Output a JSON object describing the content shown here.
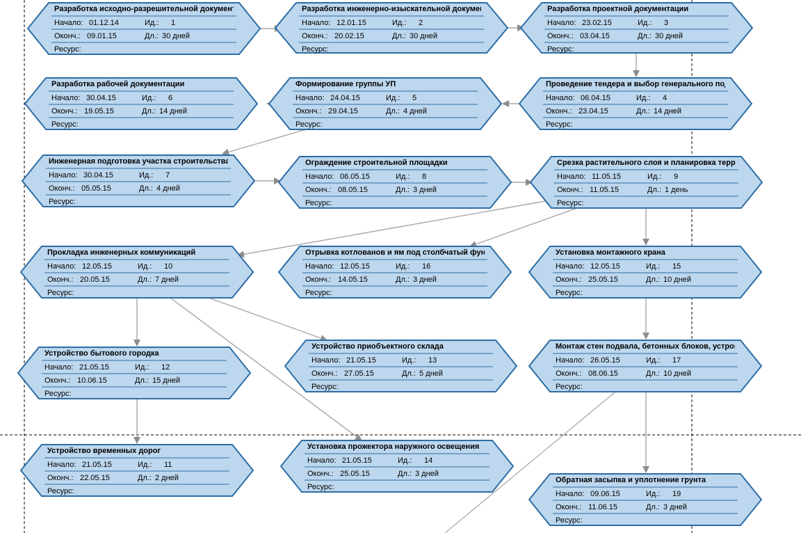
{
  "labels": {
    "start": "Начало:",
    "end": "Оконч.:",
    "id": "Ид.:",
    "duration": "Дл.:",
    "resource": "Ресурс:"
  },
  "colors": {
    "fill": "#bdd7ee",
    "border": "#2e6da4",
    "arrow": "#a6a6a6",
    "page_break": "#000000"
  },
  "tasks": [
    {
      "id": "1",
      "name": "Разработка исходно-разрешительной документа",
      "start": "01.12.14",
      "end": "09.01.15",
      "duration": "30 дней"
    },
    {
      "id": "2",
      "name": "Разработка инженерно-изыскательной докумен",
      "start": "12.01.15",
      "end": "20.02.15",
      "duration": "30 дней"
    },
    {
      "id": "3",
      "name": "Разработка проектной документации",
      "start": "23.02.15",
      "end": "03.04.15",
      "duration": "30 дней"
    },
    {
      "id": "6",
      "name": "Разработка рабочей документации",
      "start": "30.04.15",
      "end": "19.05.15",
      "duration": "14 дней"
    },
    {
      "id": "5",
      "name": "Формирование группы УП",
      "start": "24.04.15",
      "end": "29.04.15",
      "duration": "4 дней"
    },
    {
      "id": "4",
      "name": "Проведение тендера и выбор генерального подр",
      "start": "06.04.15",
      "end": "23.04.15",
      "duration": "14 дней"
    },
    {
      "id": "7",
      "name": "Инженерная подготовка участка строительства",
      "start": "30.04.15",
      "end": "05.05.15",
      "duration": "4 дней"
    },
    {
      "id": "8",
      "name": "Ограждение строительной площадки",
      "start": "06.05.15",
      "end": "08.05.15",
      "duration": "3 дней"
    },
    {
      "id": "9",
      "name": "Срезка растительного слоя и планировка террито",
      "start": "11.05.15",
      "end": "11.05.15",
      "duration": "1 день"
    },
    {
      "id": "10",
      "name": "Прокладка инженерных коммуникаций",
      "start": "12.05.15",
      "end": "20.05.15",
      "duration": "7 дней"
    },
    {
      "id": "16",
      "name": "Отрывка котлованов и ям под столбчатый фунда",
      "start": "12.05.15",
      "end": "14.05.15",
      "duration": "3 дней"
    },
    {
      "id": "15",
      "name": "Установка монтажного крана",
      "start": "12.05.15",
      "end": "25.05.15",
      "duration": "10 дней"
    },
    {
      "id": "12",
      "name": "Устройство бытового городка",
      "start": "21.05.15",
      "end": "10.06.15",
      "duration": "15 дней"
    },
    {
      "id": "13",
      "name": "Устройство приобъектного склада",
      "start": "21.05.15",
      "end": "27.05.15",
      "duration": "5 дней"
    },
    {
      "id": "17",
      "name": "Монтаж стен подвала, бетонных блоков, устройс",
      "start": "26.05.15",
      "end": "08.06.15",
      "duration": "10 дней"
    },
    {
      "id": "11",
      "name": "Устройство временных дорог",
      "start": "21.05.15",
      "end": "22.05.15",
      "duration": "2 дней"
    },
    {
      "id": "14",
      "name": "Установка прожектора наружного освещения",
      "start": "21.05.15",
      "end": "25.05.15",
      "duration": "3 дней"
    },
    {
      "id": "19",
      "name": "Обратная засыпка и уплотнение грунта",
      "start": "09.06.15",
      "end": "11.06.15",
      "duration": "3 дней"
    }
  ],
  "links": [
    {
      "from": "1",
      "to": "2"
    },
    {
      "from": "2",
      "to": "3"
    },
    {
      "from": "3",
      "to": "4"
    },
    {
      "from": "4",
      "to": "5"
    },
    {
      "from": "5",
      "to": "6"
    },
    {
      "from": "5",
      "to": "7"
    },
    {
      "from": "7",
      "to": "8"
    },
    {
      "from": "8",
      "to": "9"
    },
    {
      "from": "9",
      "to": "10"
    },
    {
      "from": "9",
      "to": "16"
    },
    {
      "from": "9",
      "to": "15"
    },
    {
      "from": "10",
      "to": "12"
    },
    {
      "from": "10",
      "to": "13"
    },
    {
      "from": "10",
      "to": "14"
    },
    {
      "from": "15",
      "to": "17"
    },
    {
      "from": "12",
      "to": "11"
    },
    {
      "from": "17",
      "to": "19"
    }
  ]
}
